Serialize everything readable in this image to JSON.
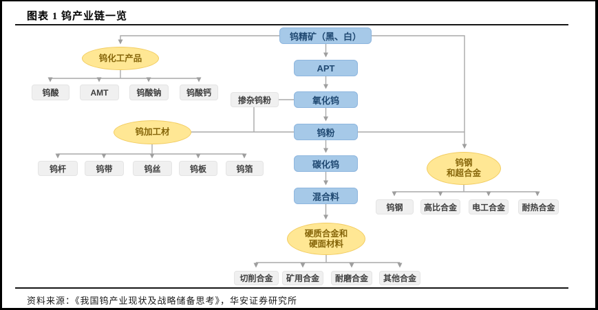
{
  "header": {
    "title": "图表 1 钨产业链一览"
  },
  "source": {
    "text": "资料来源：《我国钨产业现状及战略储备思考》，华安证券研究所"
  },
  "colors": {
    "chain_node_fill": "#A6C9E8",
    "chain_node_border": "#8DB5DE",
    "chain_node_text": "#1F4871",
    "group_ellipse_fill": "#FFE794",
    "group_ellipse_border": "#F2CC60",
    "group_ellipse_text": "#86660A",
    "leaf_fill": "#F0F0F0",
    "leaf_text": "#3D3D3D",
    "connector": "#A9A9A9",
    "rule": "#141414"
  },
  "chain": {
    "concentrate": "钨精矿（黑、白）",
    "apt": "APT",
    "oxide": "氧化钨",
    "powder": "钨粉",
    "carbide": "碳化钨",
    "mixture": "混合料",
    "doped_powder": "掺杂钨粉"
  },
  "groups": {
    "chemical": {
      "label": "钨化工产品",
      "children": [
        "钨酸",
        "AMT",
        "钨酸钠",
        "钨酸钙"
      ]
    },
    "processed": {
      "label": "钨加工材",
      "children": [
        "钨杆",
        "钨带",
        "钨丝",
        "钨板",
        "钨箔"
      ]
    },
    "steel": {
      "label_line1": "钨钢",
      "label_line2": "和超合金",
      "children": [
        "钨钢",
        "高比合金",
        "电工合金",
        "耐热合金"
      ]
    },
    "hard_alloy": {
      "label_line1": "硬质合金和",
      "label_line2": "硬面材料",
      "children": [
        "切削合金",
        "矿用合金",
        "耐磨合金",
        "其他合金"
      ]
    }
  }
}
